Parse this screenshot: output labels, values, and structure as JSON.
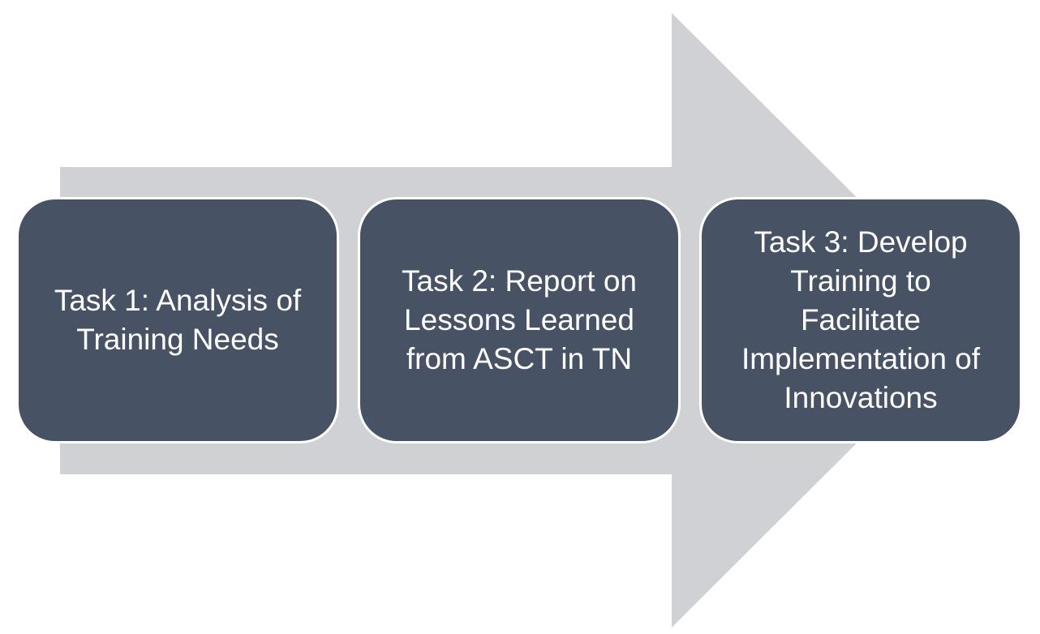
{
  "colors": {
    "arrow": "#d0d1d4",
    "box_fill": "#475264",
    "box_border": "#ffffff",
    "text": "#ffffff"
  },
  "diagram": {
    "arrow_icon": "right-arrow-icon",
    "tasks": [
      {
        "label": "Task 1: Analysis of\nTraining Needs"
      },
      {
        "label": "Task 2: Report on\nLessons Learned\nfrom ASCT in TN"
      },
      {
        "label": "Task 3: Develop\nTraining to\nFacilitate\nImplementation of\nInnovations"
      }
    ]
  }
}
